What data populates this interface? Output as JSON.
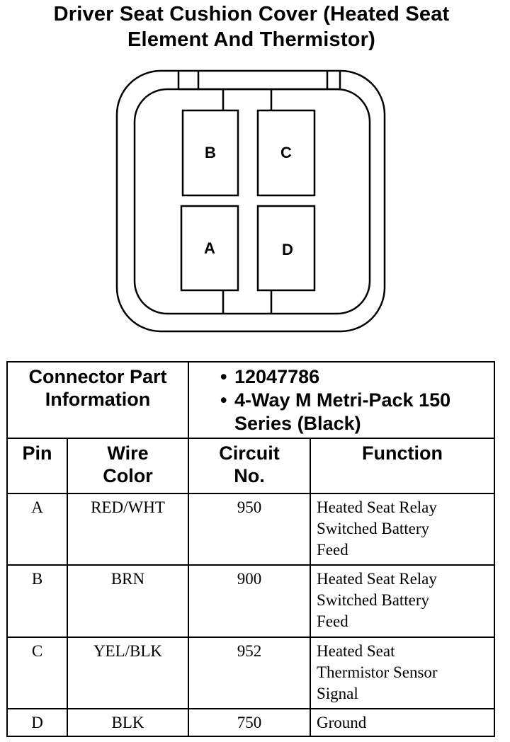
{
  "title": {
    "line1": "Driver Seat Cushion Cover (Heated Seat",
    "line2": "Element And Thermistor)"
  },
  "connector": {
    "pins": {
      "top_left": "B",
      "top_right": "C",
      "bottom_left": "A",
      "bottom_right": "D"
    }
  },
  "table": {
    "connector_info": {
      "label_line1": "Connector Part",
      "label_line2": "Information",
      "bullet": "•",
      "part_number": "12047786",
      "description_line1": "4-Way M Metri-Pack 150",
      "description_line2": "Series (Black)"
    },
    "headers": {
      "pin": "Pin",
      "wire_color_line1": "Wire",
      "wire_color_line2": "Color",
      "circuit_line1": "Circuit",
      "circuit_line2": "No.",
      "function": "Function"
    },
    "rows": [
      {
        "pin": "A",
        "wire_color": "RED/WHT",
        "circuit": "950",
        "function_lines": [
          "Heated Seat Relay",
          "Switched Battery",
          "Feed"
        ]
      },
      {
        "pin": "B",
        "wire_color": "BRN",
        "circuit": "900",
        "function_lines": [
          "Heated Seat Relay",
          "Switched Battery",
          "Feed"
        ]
      },
      {
        "pin": "C",
        "wire_color": "YEL/BLK",
        "circuit": "952",
        "function_lines": [
          "Heated Seat",
          "Thermistor Sensor",
          "Signal"
        ]
      },
      {
        "pin": "D",
        "wire_color": "BLK",
        "circuit": "750",
        "function_lines": [
          "Ground"
        ]
      }
    ]
  }
}
